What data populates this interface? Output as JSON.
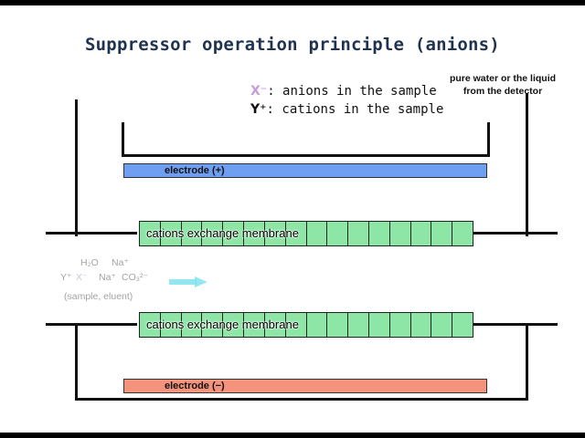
{
  "slide": {
    "title": "Suppressor operation principle (anions)",
    "legend": [
      {
        "symbol": "X⁻",
        "text": ": anions in the sample",
        "color": "#c79bd9"
      },
      {
        "symbol": "Y⁺",
        "text": ": cations in the sample",
        "color": "#111111"
      }
    ],
    "outlet_label_line1": "pure water or the liquid",
    "outlet_label_line2": "from the detector",
    "electrode_top": {
      "label": "electrode (+)",
      "color": "#6f9ff0"
    },
    "electrode_bottom": {
      "label": "electrode (−)",
      "color": "#f4937c"
    },
    "membrane_top": {
      "label": "cations exchange membrane",
      "cells": 16,
      "color": "#8ee6a6"
    },
    "membrane_bottom": {
      "label": "cations exchange membrane",
      "cells": 16,
      "color": "#8ee6a6"
    },
    "flow": {
      "h2o": "H₂O",
      "na_top": "Na⁺",
      "y": "Y⁺",
      "x": "X⁻",
      "na_mid": "Na⁺",
      "co3": "CO₃²⁻",
      "caption": "(sample, eluent)",
      "arrow_color": "#7fe3ee"
    }
  }
}
